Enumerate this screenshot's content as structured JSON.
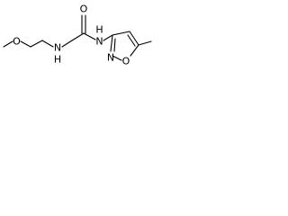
{
  "structure": {
    "atoms": {
      "o_methoxy": "O",
      "n_amine": "N",
      "h_amine": "H",
      "o_carbonyl": "O",
      "n_amide": "N",
      "h_amide": "H",
      "n_ring": "N",
      "o_ring": "O"
    }
  },
  "colors": {
    "bond": "#000000",
    "text": "#000000",
    "background": "#ffffff"
  }
}
